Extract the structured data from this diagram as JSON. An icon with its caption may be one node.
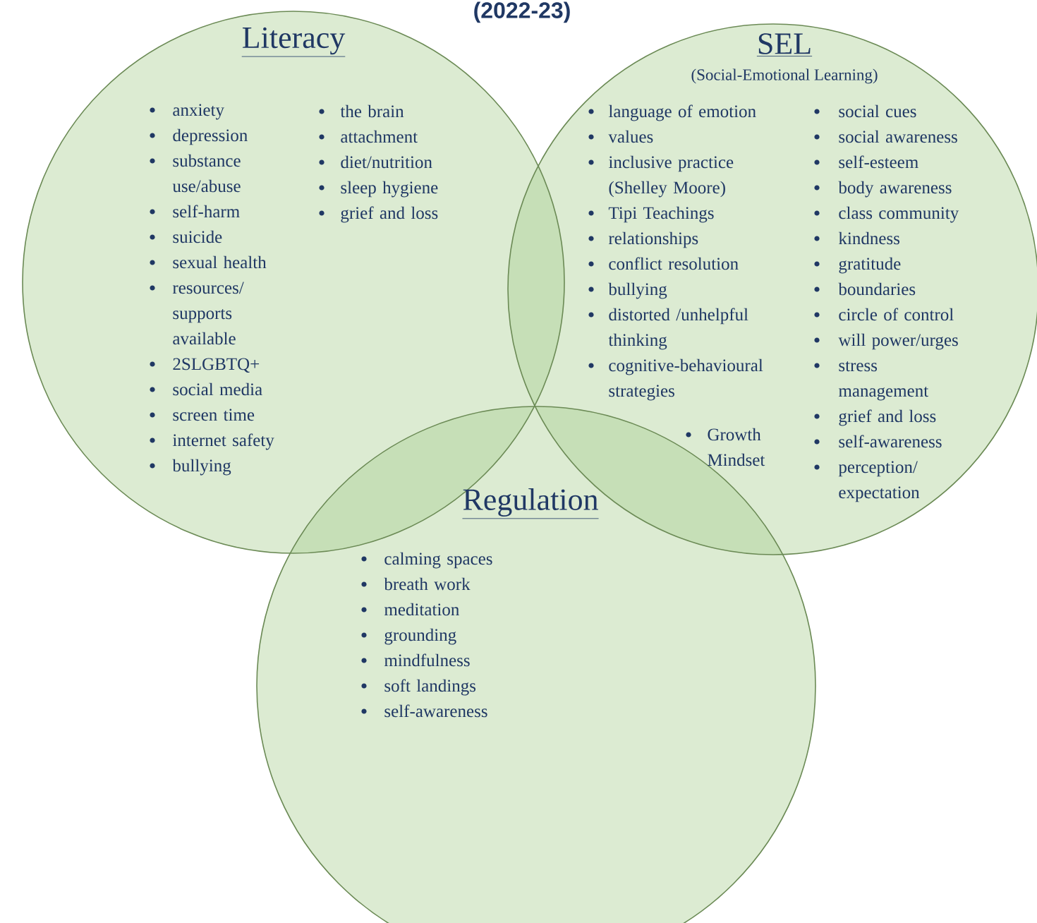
{
  "diagram": {
    "title": "(2022-23)",
    "nodes": [
      {
        "text": [
          "Literacy",
          "anxiety",
          "depression",
          "substance use/abuse",
          "self-harm",
          "suicide",
          "sexual health",
          "resources/ supports available",
          "2SLGBTQ+",
          "social media",
          "screen time",
          "internet safety",
          "bullying",
          "the brain",
          "attachment",
          "diet/nutrition",
          "sleep hygiene",
          "grief and loss"
        ]
      },
      {
        "text": [
          "SEL",
          "(Social-Emotional Learning)",
          "language of emotion",
          "values",
          "inclusive practice (Shelley Moore)",
          "Tipi Teachings",
          "relationships",
          "conflict resolution",
          "bullying",
          "distorted /unhelpful thinking",
          "cognitive-behavioural strategies",
          "Growth Mindset",
          "social cues",
          "social awareness",
          "self-esteem",
          "body awareness",
          "class community",
          "kindness",
          "gratitude",
          "boundaries",
          "circle of control",
          "will power/urges",
          "stress management",
          "grief and loss",
          "self-awareness",
          "perception/ expectation"
        ]
      },
      {
        "text": [
          "Regulation",
          "calming spaces",
          "breath work",
          "meditation",
          "grounding",
          "mindfulness",
          "soft landings",
          "self-awareness"
        ]
      }
    ],
    "edges": []
  }
}
